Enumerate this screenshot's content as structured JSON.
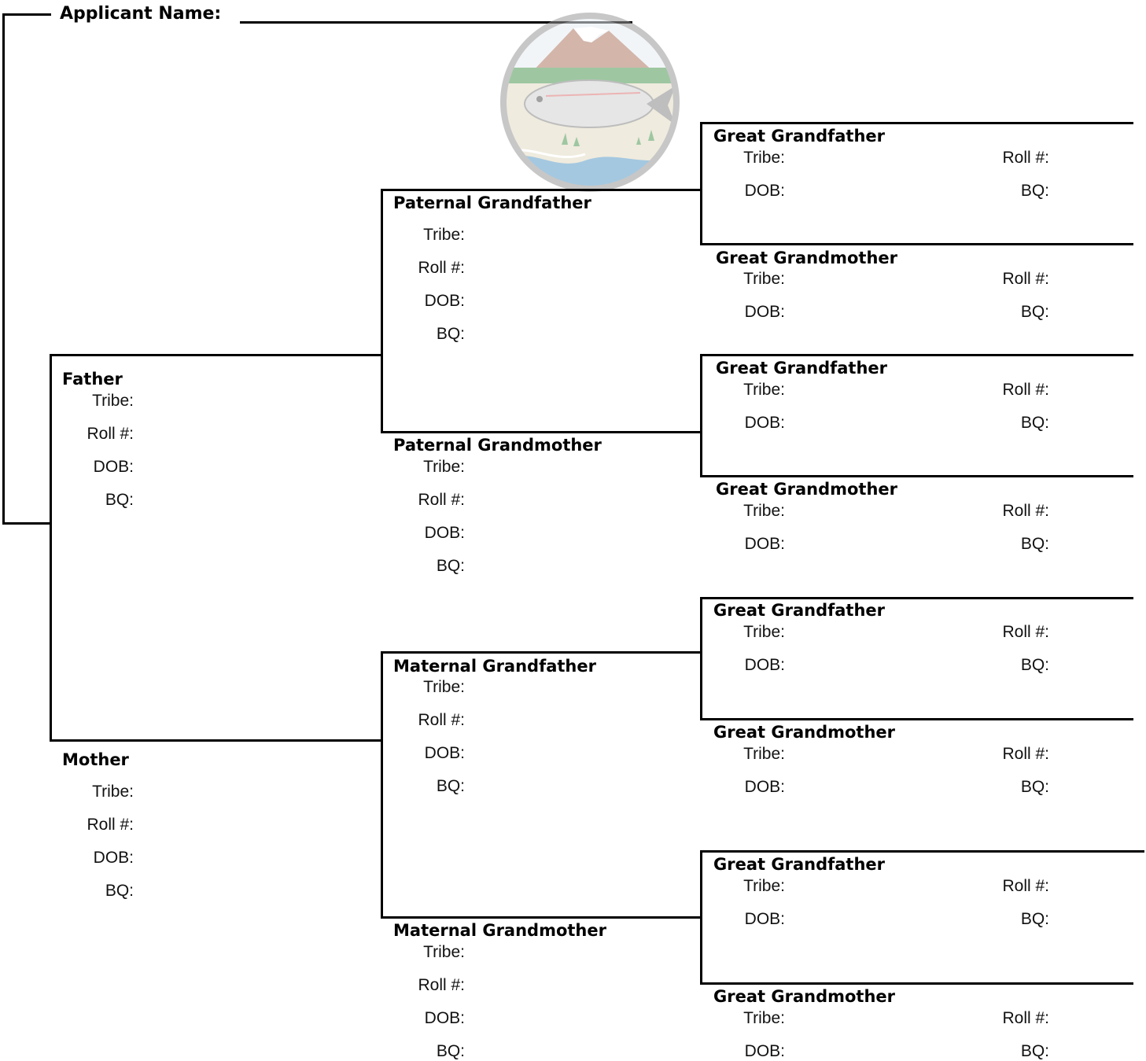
{
  "header": {
    "applicant_label": "Applicant Name:",
    "applicant_value": ""
  },
  "logo": {
    "name": "tribal-seal-fish-mountain",
    "colors": {
      "sky": "#e9eef4",
      "mountain": "#b07a66",
      "snow": "#ffffff",
      "trees": "#4f9a55",
      "ground": "#e3dcc4",
      "water": "#5b9cc7",
      "fish": "#c9c9c9",
      "ring": "#9a9a9a"
    }
  },
  "fields": {
    "tribe": "Tribe:",
    "roll": "Roll #:",
    "dob": "DOB:",
    "bq": "BQ:"
  },
  "parents": {
    "father": {
      "title": "Father"
    },
    "mother": {
      "title": "Mother"
    }
  },
  "grandparents": {
    "paternal_grandfather": {
      "title": "Paternal Grandfather"
    },
    "paternal_grandmother": {
      "title": "Paternal Grandmother"
    },
    "maternal_grandfather": {
      "title": "Maternal Grandfather"
    },
    "maternal_grandmother": {
      "title": "Maternal Grandmother"
    }
  },
  "great_grandparents": [
    {
      "title": "Great Grandfather"
    },
    {
      "title": "Great Grandmother"
    },
    {
      "title": "Great Grandfather"
    },
    {
      "title": "Great Grandmother"
    },
    {
      "title": "Great Grandfather"
    },
    {
      "title": "Great Grandmother"
    },
    {
      "title": "Great Grandfather"
    },
    {
      "title": "Great Grandmother"
    }
  ]
}
